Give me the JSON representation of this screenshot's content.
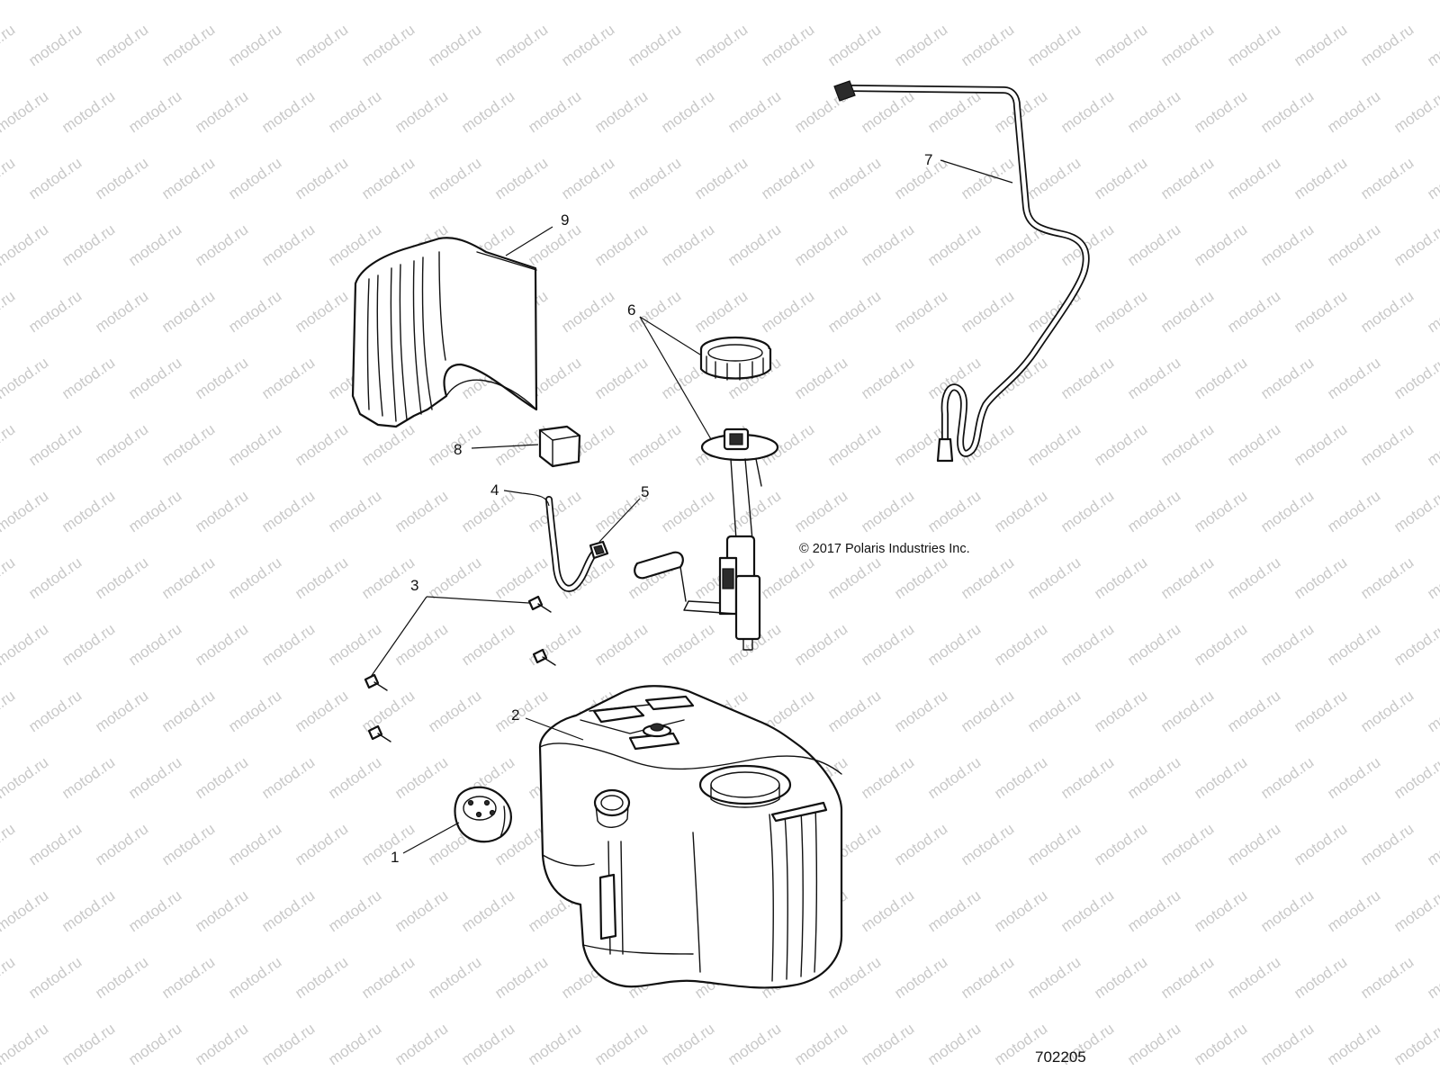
{
  "watermark": {
    "text": "motod.ru",
    "color": "#c9c9c9"
  },
  "copyright": "© 2017 Polaris Industries Inc.",
  "figure_number": "702205",
  "callouts": [
    {
      "number": "1",
      "part": "fuel-cap"
    },
    {
      "number": "2",
      "part": "fuel-tank"
    },
    {
      "number": "3",
      "part": "screws"
    },
    {
      "number": "4",
      "part": "wire-harness"
    },
    {
      "number": "5",
      "part": "connector"
    },
    {
      "number": "6",
      "part": "fuel-pump-and-lock-ring"
    },
    {
      "number": "7",
      "part": "vent-line"
    },
    {
      "number": "8",
      "part": "foam-block"
    },
    {
      "number": "9",
      "part": "heat-shield"
    }
  ]
}
